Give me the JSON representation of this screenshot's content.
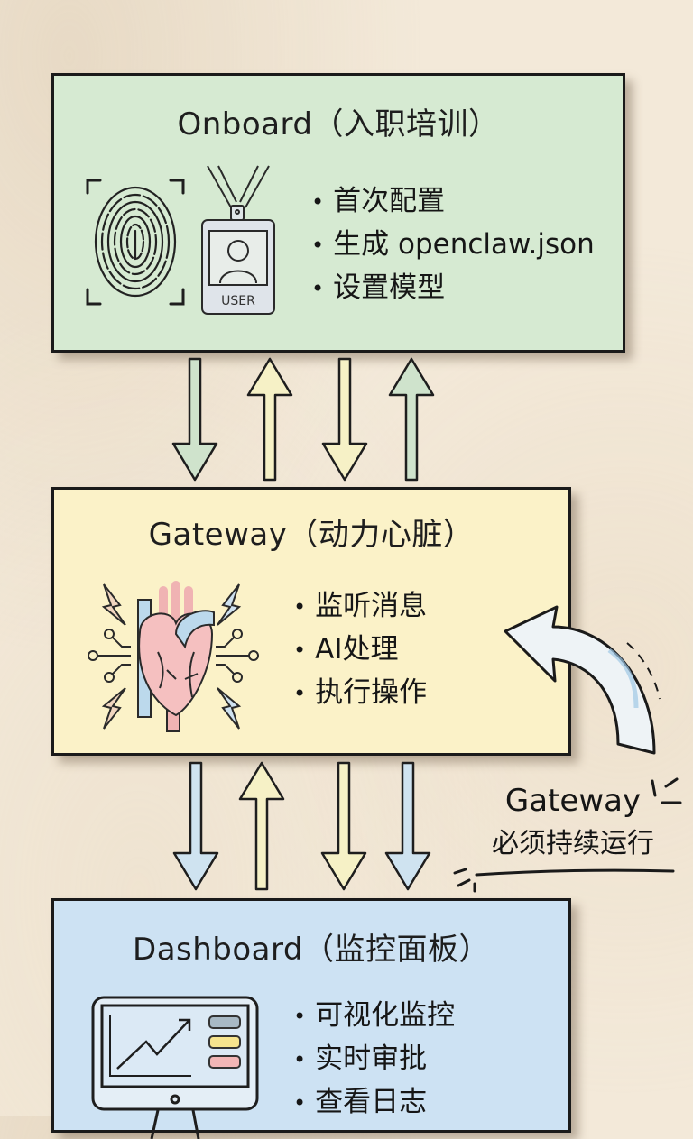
{
  "onboard": {
    "title": "Onboard（入职培训）",
    "badge_text": "USER",
    "bullets": [
      "首次配置",
      "生成 openclaw.json",
      "设置模型"
    ],
    "color": "#d6ead2"
  },
  "gateway": {
    "title": "Gateway（动力心脏）",
    "bullets": [
      "监听消息",
      "AI处理",
      "执行操作"
    ],
    "color": "#fbf2c8"
  },
  "dashboard": {
    "title": "Dashboard（监控面板）",
    "bullets": [
      "可视化监控",
      "实时审批",
      "查看日志"
    ],
    "color": "#cde2f3"
  },
  "note": {
    "line1": "Gateway",
    "line2": "必须持续运行"
  },
  "arrows_top": [
    {
      "direction": "down",
      "color": "#cfe3cc"
    },
    {
      "direction": "up",
      "color": "#f6f1c6"
    },
    {
      "direction": "down",
      "color": "#f6f1c6"
    },
    {
      "direction": "up",
      "color": "#cfe3cc"
    }
  ],
  "arrows_bottom": [
    {
      "direction": "down",
      "color": "#cfe3f0"
    },
    {
      "direction": "up",
      "color": "#f6f1c6"
    },
    {
      "direction": "down",
      "color": "#f6f1c6"
    },
    {
      "direction": "down",
      "color": "#cfe3f0"
    }
  ],
  "icons": {
    "onboard": [
      "fingerprint-icon",
      "id-badge-icon"
    ],
    "gateway": [
      "heart-icon",
      "lightning-icon"
    ],
    "dashboard": [
      "monitor-chart-icon"
    ],
    "note": "curved-arrow-icon"
  }
}
